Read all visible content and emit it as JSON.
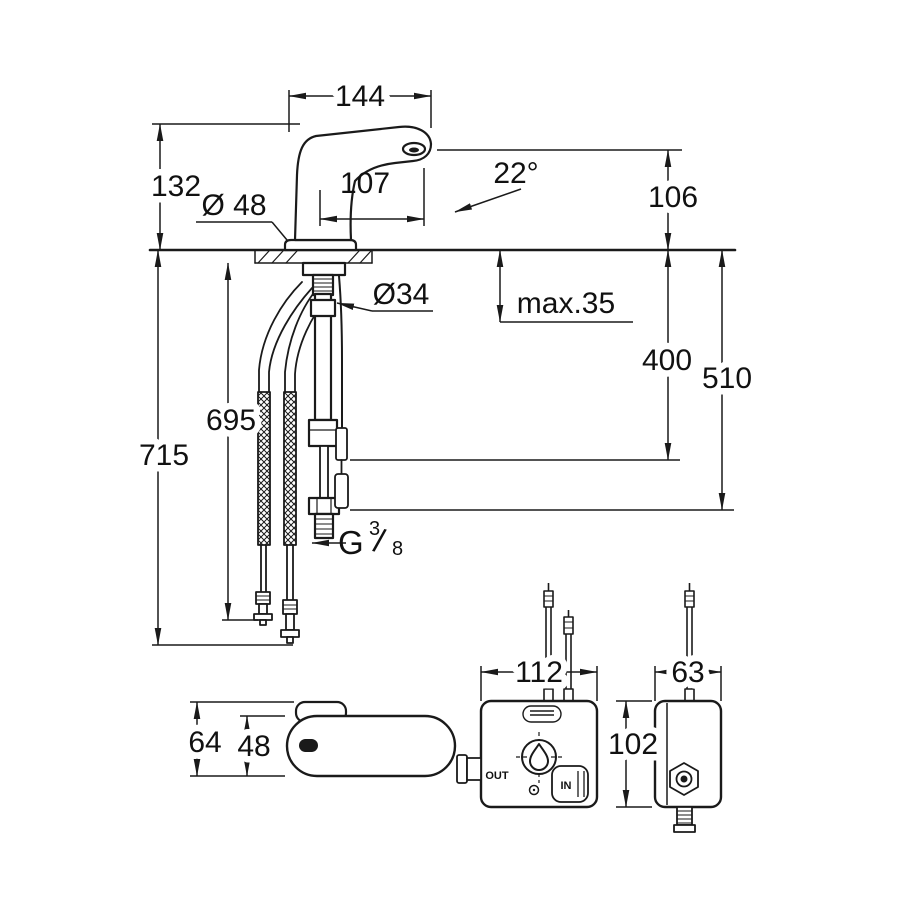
{
  "page": {
    "background": "#ffffff",
    "line_color": "#1a1a1a"
  },
  "main_view": {
    "width": "144",
    "height_above_deck": "132",
    "spout_reach": "107",
    "spout_angle": "22°",
    "outlet_height": "106",
    "base_diameter": "Ø 48",
    "shank_diameter": "Ø34",
    "max_deck_thickness": "max.35",
    "sensor_cable_length": "400",
    "plug_cable_length": "510",
    "hose_length": "695",
    "total_length_below": "715",
    "thread": {
      "prefix": "G",
      "numerator": "3",
      "slash": "/",
      "denominator": "8"
    }
  },
  "top_view": {
    "overall_depth": "64",
    "body_depth": "48"
  },
  "control_box_front": {
    "width": "112",
    "out_label": "OUT",
    "in_label": "IN"
  },
  "control_box_side": {
    "depth": "63",
    "height": "102"
  }
}
